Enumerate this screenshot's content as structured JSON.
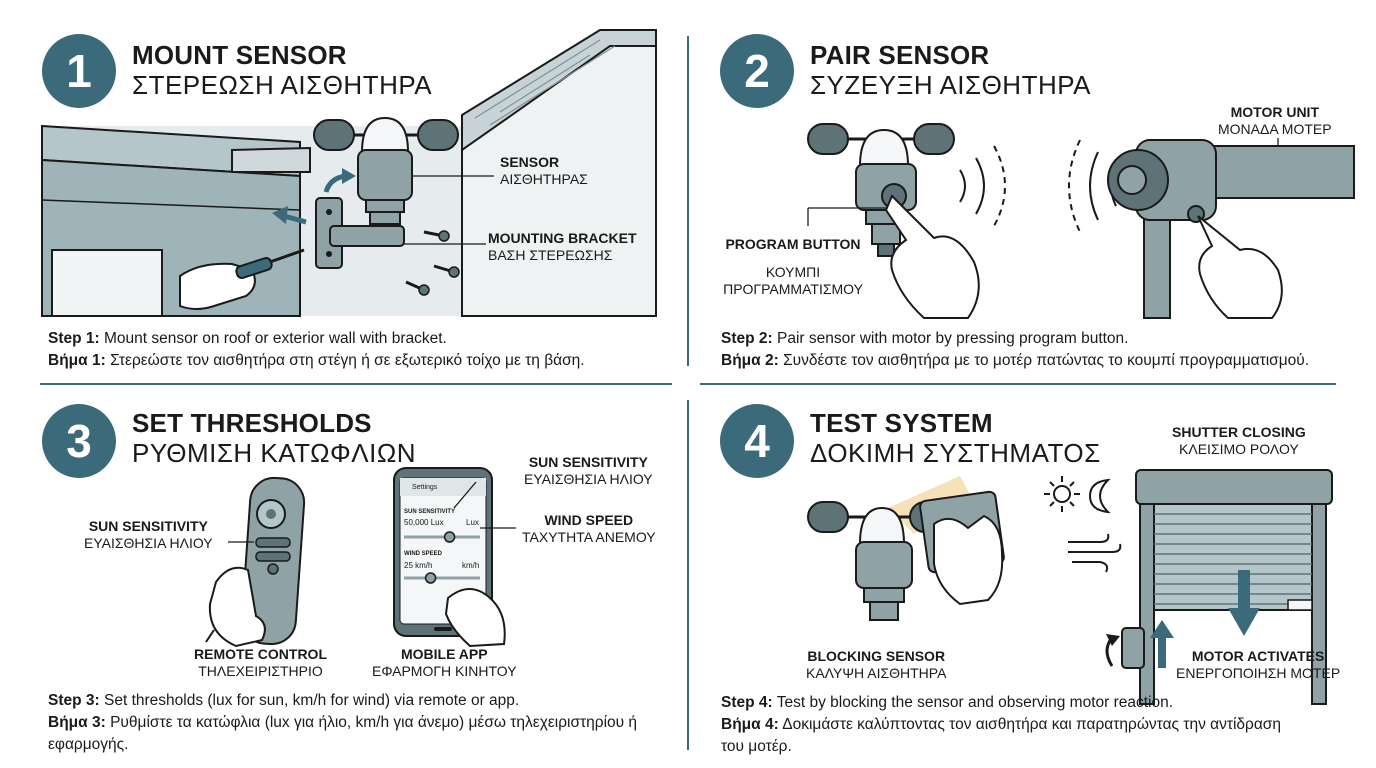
{
  "colors": {
    "accent": "#3b6b7a",
    "device": "#8fa3a6",
    "device_dark": "#5d7377",
    "wall": "#dfe6e8",
    "ink": "#1a1a1a"
  },
  "steps": [
    {
      "number": "1",
      "title_en": "MOUNT SENSOR",
      "title_gr": "ΣΤΕΡΕΩΣΗ ΑΙΣΘΗΤΗΡΑ",
      "labels": [
        {
          "en": "SENSOR",
          "gr": "ΑΙΣΘΗΤΗΡΑΣ"
        },
        {
          "en": "MOUNTING BRACKET",
          "gr": "ΒΑΣΗ ΣΤΕΡΕΩΣΗΣ"
        }
      ],
      "step_en_prefix": "Step 1:",
      "step_en": " Mount sensor on roof or exterior wall with bracket.",
      "step_gr_prefix": "Βήμα 1:",
      "step_gr": " Στερεώστε τον αισθητήρα στη στέγη ή σε εξωτερικό τοίχο με τη βάση."
    },
    {
      "number": "2",
      "title_en": "PAIR SENSOR",
      "title_gr": "ΣΥΖΕΥΞΗ ΑΙΣΘΗΤΗΡΑ",
      "labels": [
        {
          "en": "MOTOR UNIT",
          "gr": "ΜΟΝΑΔΑ ΜΟΤΕΡ"
        },
        {
          "en": "PROGRAM BUTTON",
          "gr": "ΚΟΥΜΠΙ ΠΡΟΓΡΑΜΜΑΤΙΣΜΟΥ"
        }
      ],
      "step_en_prefix": "Step 2:",
      "step_en": " Pair sensor with motor by pressing program button.",
      "step_gr_prefix": "Βήμα 2:",
      "step_gr": " Συνδέστε τον αισθητήρα με το μοτέρ πατώντας το κουμπί προγραμματισμού."
    },
    {
      "number": "3",
      "title_en": "SET THRESHOLDS",
      "title_gr": "ΡΥΘΜΙΣΗ ΚΑΤΩΦΛΙΩΝ",
      "labels": [
        {
          "en": "SUN SENSITIVITY",
          "gr": "ΕΥΑΙΣΘΗΣΙΑ ΗΛΙΟΥ"
        },
        {
          "en": "SUN SENSITIVITY",
          "gr": "ΕΥΑΙΣΘΗΣΙΑ ΗΛΙΟΥ"
        },
        {
          "en": "WIND SPEED",
          "gr": "ΤΑΧΥΤΗΤΑ ΑΝΕΜΟΥ"
        },
        {
          "en": "REMOTE CONTROL",
          "gr": "ΤΗΛΕΧΕΙΡΙΣΤΗΡΙΟ"
        },
        {
          "en": "MOBILE APP",
          "gr": "ΕΦΑΡΜΟΓΗ ΚΙΝΗΤΟΥ"
        }
      ],
      "phone": {
        "header": "Settings",
        "sun_label": "SUN SENSITIVITY",
        "sun_value": "50,000 Lux",
        "sun_unit": "Lux",
        "sun_level": 0.6,
        "wind_label": "WIND SPEED",
        "wind_value": "25 km/h",
        "wind_unit": "km/h",
        "wind_level": 0.35
      },
      "step_en_prefix": "Step 3:",
      "step_en": " Set thresholds (lux for sun, km/h for wind) via remote or app.",
      "step_gr_prefix": "Βήμα 3:",
      "step_gr": " Ρυθμίστε τα κατώφλια (lux για ήλιο, km/h για άνεμο) μέσω τηλεχειριστηρίου ή εφαρμογής."
    },
    {
      "number": "4",
      "title_en": "TEST SYSTEM",
      "title_gr": "ΔΟΚΙΜΗ ΣΥΣΤΗΜΑΤΟΣ",
      "labels": [
        {
          "en": "SHUTTER CLOSING",
          "gr": "ΚΛΕΙΣΙΜΟ ΡΟΛΟΥ"
        },
        {
          "en": "BLOCKING SENSOR",
          "gr": "ΚΑΛΥΨΗ ΑΙΣΘΗΤΗΡΑ"
        },
        {
          "en": "MOTOR ACTIVATES",
          "gr": "ΕΝΕΡΓΟΠΟΙΗΣΗ ΜΟΤΕΡ"
        }
      ],
      "step_en_prefix": "Step 4:",
      "step_en": " Test by blocking the sensor and observing motor reaction.",
      "step_gr_prefix": "Βήμα 4:",
      "step_gr": " Δοκιμάστε καλύπτοντας τον αισθητήρα και παρατηρώντας την αντίδραση του μοτέρ."
    }
  ]
}
